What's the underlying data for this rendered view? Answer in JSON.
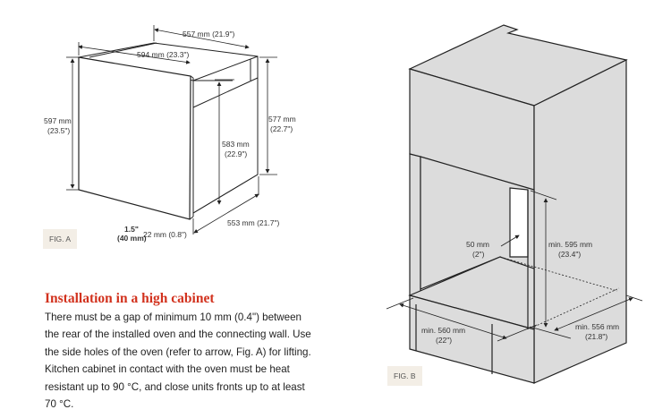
{
  "fig_a": {
    "label": "FIG. A",
    "dims": {
      "top_depth": "557 mm (21.9\")",
      "width": "594 mm (23.3\")",
      "height_mm": "597 mm",
      "height_in": "(23.5\")",
      "body_height_mm": "577 mm",
      "body_height_in": "(22.7\")",
      "inner_height_mm": "583 mm",
      "inner_height_in": "(22.9\")",
      "depth": "553 mm (21.7\")",
      "panel_in": "1.5\"",
      "panel_mm": "(40 mm)",
      "panel_thickness": "22 mm (0.8\")"
    }
  },
  "fig_b": {
    "label": "FIG. B",
    "dims": {
      "gap_mm": "50 mm",
      "gap_in": "(2\")",
      "height_mm": "min. 595 mm",
      "height_in": "(23.4\")",
      "width_mm": "min. 560 mm",
      "width_in": "(22\")",
      "depth_mm": "min. 556 mm",
      "depth_in": "(21.8\")"
    }
  },
  "section": {
    "title": "Installation in a high cabinet",
    "body": "There must be a gap of minimum 10 mm (0.4\") between the rear of the installed oven and the connecting wall. Use the side holes of the oven (refer to arrow, Fig. A) for lifting. Kitchen cabinet in contact with the oven must be heat resistant up to 90 °C, and close units fronts up to at least 70 °C."
  },
  "colors": {
    "heading": "#d2321e",
    "cabinet": "#dcdcdc",
    "fig_label_bg": "#f3eee6"
  }
}
